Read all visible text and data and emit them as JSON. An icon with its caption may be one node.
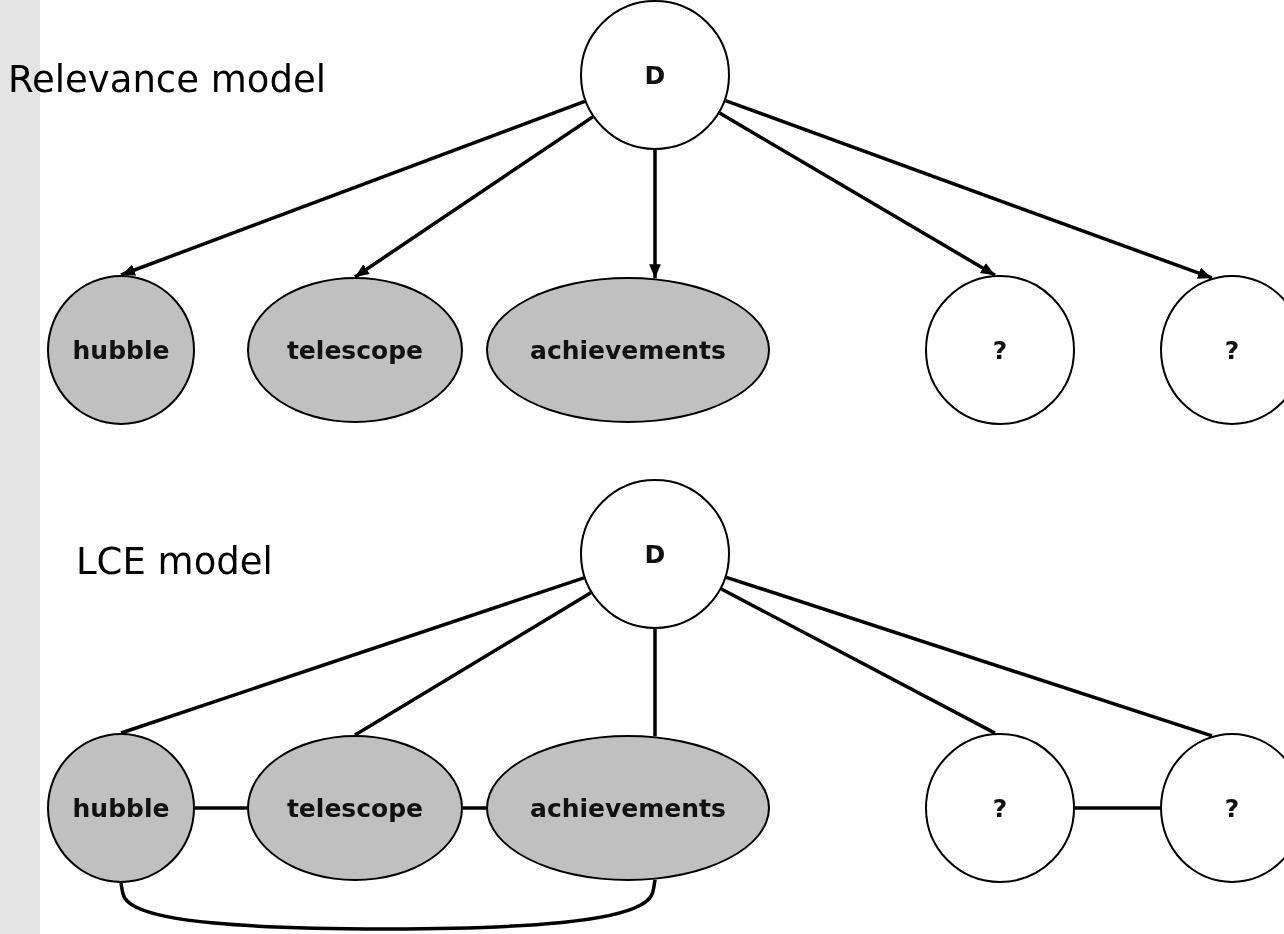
{
  "diagram": {
    "nodes": [
      {
        "text": [
          "D"
        ]
      },
      {
        "text": [
          "hubble"
        ]
      },
      {
        "text": [
          "telescope"
        ]
      },
      {
        "text": [
          "achievements"
        ]
      },
      {
        "text": [
          "?"
        ]
      },
      {
        "text": [
          "?"
        ]
      },
      {
        "text": [
          "D"
        ]
      },
      {
        "text": [
          "hubble"
        ]
      },
      {
        "text": [
          "telescope"
        ]
      },
      {
        "text": [
          "achievements"
        ]
      },
      {
        "text": [
          "?"
        ]
      },
      {
        "text": [
          "?"
        ]
      }
    ],
    "edges": [
      {
        "from": 0,
        "to": 1,
        "arrow": "to"
      },
      {
        "from": 0,
        "to": 2,
        "arrow": "to"
      },
      {
        "from": 0,
        "to": 3,
        "arrow": "to"
      },
      {
        "from": 0,
        "to": 4,
        "arrow": "to"
      },
      {
        "from": 0,
        "to": 5,
        "arrow": "to"
      },
      {
        "from": 6,
        "to": 7,
        "arrow": "none"
      },
      {
        "from": 6,
        "to": 8,
        "arrow": "none"
      },
      {
        "from": 6,
        "to": 9,
        "arrow": "none"
      },
      {
        "from": 6,
        "to": 10,
        "arrow": "none"
      },
      {
        "from": 6,
        "to": 11,
        "arrow": "none"
      },
      {
        "from": 7,
        "to": 8,
        "arrow": "none"
      },
      {
        "from": 8,
        "to": 9,
        "arrow": "none"
      },
      {
        "from": 7,
        "to": 9,
        "arrow": "none"
      },
      {
        "from": 10,
        "to": 11,
        "arrow": "none"
      }
    ],
    "labels": [
      "Relevance model",
      "LCE model"
    ]
  }
}
